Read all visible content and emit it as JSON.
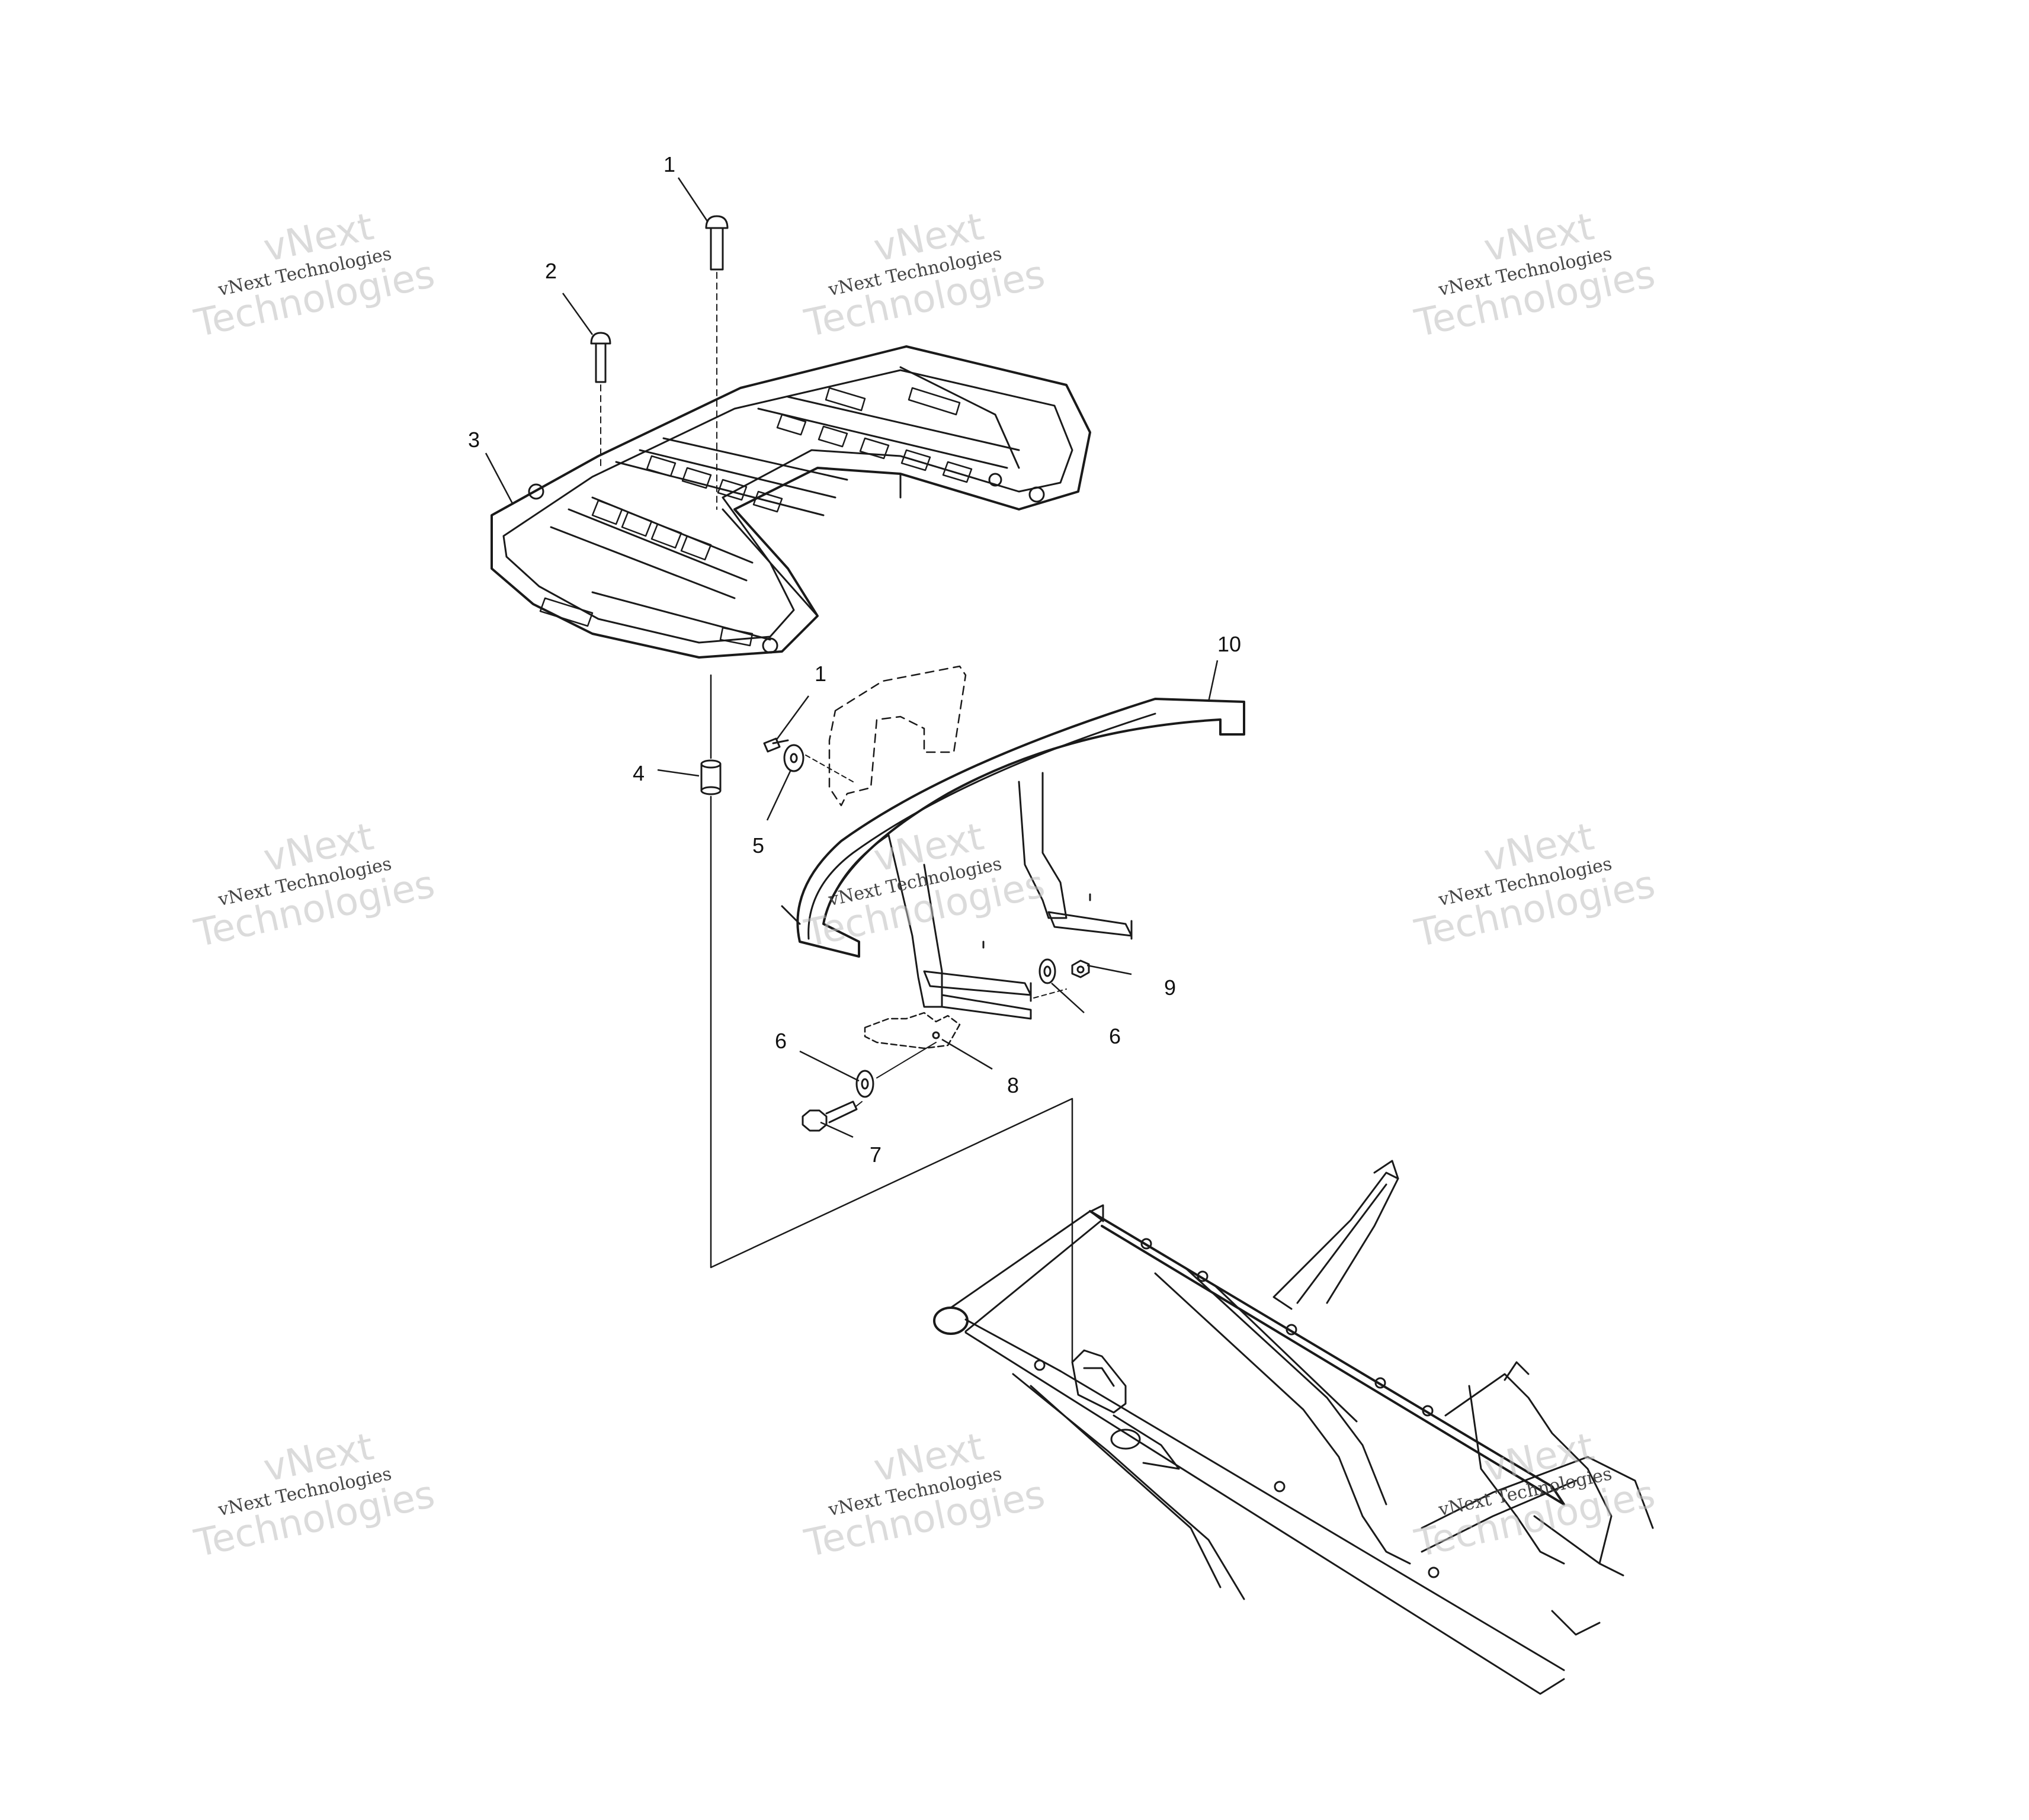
{
  "callouts": [
    {
      "id": "c1a",
      "text": "1"
    },
    {
      "id": "c2",
      "text": "2"
    },
    {
      "id": "c3",
      "text": "3"
    },
    {
      "id": "c1b",
      "text": "1"
    },
    {
      "id": "c10",
      "text": "10"
    },
    {
      "id": "c4",
      "text": "4"
    },
    {
      "id": "c5",
      "text": "5"
    },
    {
      "id": "c9",
      "text": "9"
    },
    {
      "id": "c6a",
      "text": "6"
    },
    {
      "id": "c6b",
      "text": "6"
    },
    {
      "id": "c8",
      "text": "8"
    },
    {
      "id": "c7",
      "text": "7"
    }
  ],
  "watermark": {
    "top_line": "vNext",
    "small_line": "vNext Technologies",
    "big_line": "Technologies"
  }
}
